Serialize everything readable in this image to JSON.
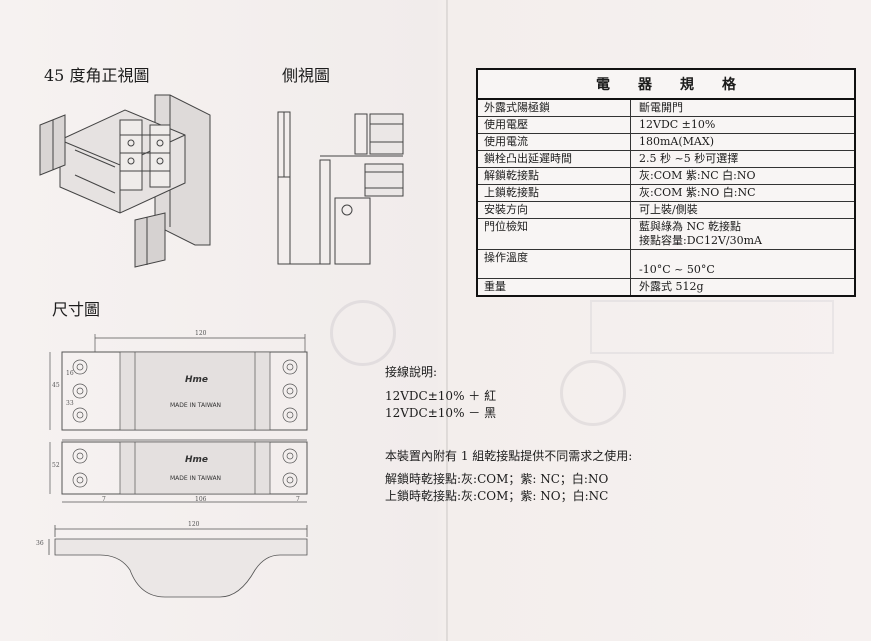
{
  "titles": {
    "front_view": "45 度角正視圖",
    "side_view": "側視圖",
    "dimension_view": "尺寸圖"
  },
  "spec_table": {
    "header": "電器規格",
    "rows": [
      {
        "label": "外露式陽極鎖",
        "value": "斷電開門"
      },
      {
        "label": "使用電壓",
        "value": "12VDC ±10%"
      },
      {
        "label": "使用電流",
        "value": "180mA(MAX)"
      },
      {
        "label": "鎖栓凸出延遲時間",
        "value": "2.5 秒 ~5 秒可選擇"
      },
      {
        "label": "解鎖乾接點",
        "value": "灰:COM 紫:NC 白:NO"
      },
      {
        "label": "上鎖乾接點",
        "value": "灰:COM 紫:NO 白:NC"
      },
      {
        "label": "安裝方向",
        "value": "可上裝/側裝"
      },
      {
        "label": "門位檢知",
        "value": "藍與綠為 NC 乾接點",
        "value2": "接點容量:DC12V/30mA"
      },
      {
        "label": "操作溫度",
        "value": "-10°C ~ 50°C"
      },
      {
        "label": "重量",
        "value": "外露式 512g"
      }
    ]
  },
  "wiring": {
    "title": "接線說明:",
    "line1": "12VDC±10% ＋ 紅",
    "line2": "12VDC±10% － 黑"
  },
  "dry_contact": {
    "intro": "本裝置內附有 1 組乾接點提供不同需求之使用:",
    "unlock": "解鎖時乾接點:灰:COM；紫: NC；白:NO",
    "lock": "上鎖時乾接點:灰:COM；紫: NO；白:NC"
  },
  "drawing_labels": {
    "brand": "Hme",
    "made_in": "MADE IN TAIWAN",
    "dim_total": "120",
    "dim_inner": "106",
    "dim_edge": "7",
    "dim_h1": "16",
    "dim_h2": "45",
    "dim_h3": "33",
    "dim_h4": "52",
    "dim_h5": "36"
  },
  "colors": {
    "paper": "#f4efee",
    "ink": "#1c1c1c",
    "line": "#444444"
  }
}
